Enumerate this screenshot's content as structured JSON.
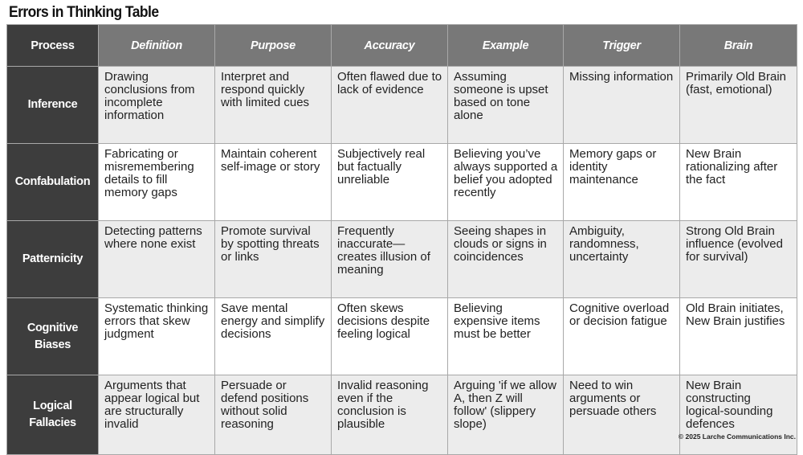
{
  "title": "Errors in Thinking Table",
  "headers": [
    "Process",
    "Definition",
    "Purpose",
    "Accuracy",
    "Example",
    "Trigger",
    "Brain"
  ],
  "rows": [
    {
      "process": "Inference",
      "cells": [
        "Drawing conclusions from incomplete information",
        "Interpret and respond quickly with limited cues",
        "Often flawed due to lack of evidence",
        "Assuming someone is upset based on tone alone",
        "Missing information",
        "Primarily Old Brain (fast, emotional)"
      ]
    },
    {
      "process": "Confabulation",
      "cells": [
        "Fabricating or misremembering details to fill memory gaps",
        "Maintain coherent self-image or story",
        "Subjectively real but factually unreliable",
        "Believing you’ve always supported a belief you adopted recently",
        "Memory gaps or identity maintenance",
        "New Brain rationalizing after the fact"
      ]
    },
    {
      "process": "Patternicity",
      "cells": [
        "Detecting patterns where none exist",
        "Promote survival by spotting threats or links",
        "Frequently inaccurate—creates illusion of meaning",
        "Seeing shapes in clouds or signs in coincidences",
        "Ambiguity, randomness, uncertainty",
        "Strong Old Brain influence (evolved for survival)"
      ]
    },
    {
      "process": "Cognitive Biases",
      "cells": [
        "Systematic thinking errors that skew judgment",
        "Save mental energy and simplify decisions",
        "Often skews decisions despite feeling logical",
        "Believing expensive items must be better",
        "Cognitive overload or decision fatigue",
        "Old Brain initiates, New Brain justifies"
      ]
    },
    {
      "process": "Logical Fallacies",
      "cells": [
        "Arguments that appear logical but are structurally invalid",
        "Persuade or defend positions without solid reasoning",
        "Invalid reasoning even if the conclusion is plausible",
        "Arguing 'if we allow A, then Z will follow' (slippery slope)",
        "Need to win arguments or persuade others",
        "New Brain constructing logical-sounding defences"
      ]
    }
  ],
  "footer": "© 2025 Larche Communications Inc."
}
